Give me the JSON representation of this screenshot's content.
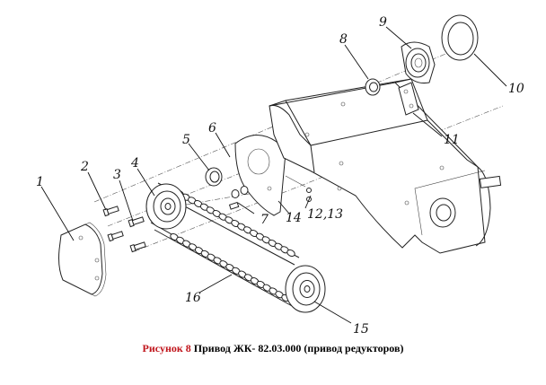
{
  "caption": {
    "figure_label": "Рисунок 8",
    "text": "Привод ЖК- 82.03.000 (привод редукторов)"
  },
  "part_labels": {
    "p1": "1",
    "p2": "2",
    "p3": "3",
    "p4": "4",
    "p5": "5",
    "p6": "6",
    "p7": "7",
    "p8": "8",
    "p9": "9",
    "p10": "10",
    "p11": "11",
    "p12_13": "12,13",
    "p14": "14",
    "p15": "15",
    "p16": "16"
  },
  "colors": {
    "caption_figure": "#c0141b",
    "lines": "#222222"
  }
}
